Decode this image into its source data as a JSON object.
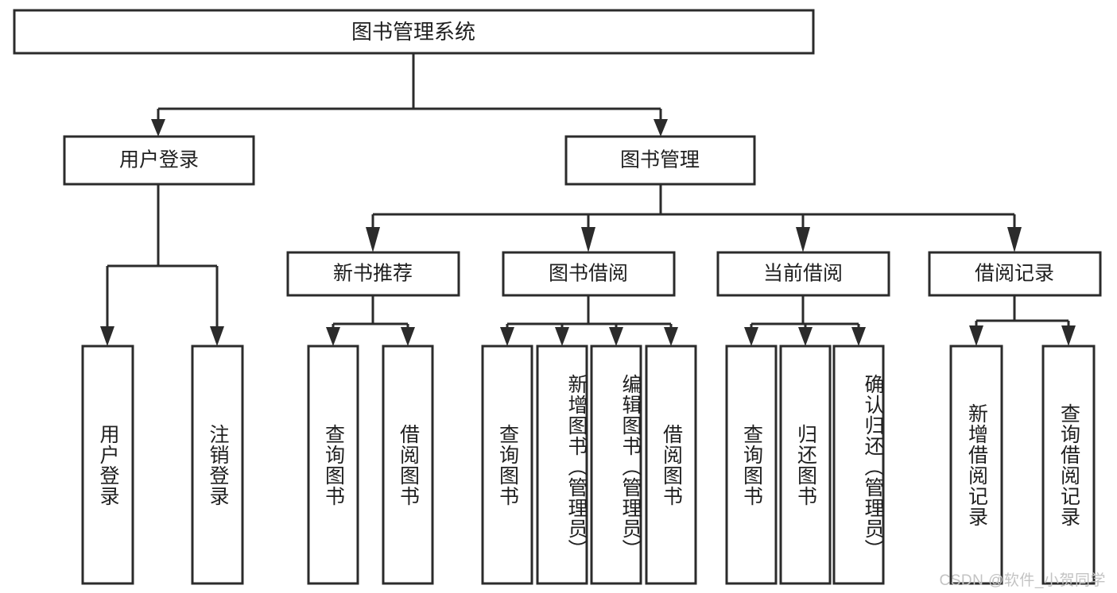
{
  "diagram": {
    "title": "图书管理系统",
    "type": "tree-hierarchy",
    "orientation": "top-down",
    "colors": {
      "node_fill": "#ffffff",
      "node_stroke": "#2b2b2b",
      "connector": "#2b2b2b",
      "text": "#1f1f1f",
      "watermark": "#c3c3c3"
    },
    "root": {
      "label": "图书管理系统"
    },
    "level2": [
      {
        "label": "用户登录"
      },
      {
        "label": "图书管理"
      }
    ],
    "level3": [
      {
        "label": "新书推荐"
      },
      {
        "label": "图书借阅"
      },
      {
        "label": "当前借阅"
      },
      {
        "label": "借阅记录"
      }
    ],
    "leaves": {
      "user_login": [
        {
          "label": "用户登录"
        },
        {
          "label": "注销登录"
        }
      ],
      "new_book_recommend": [
        {
          "label": "查询图书"
        },
        {
          "label": "借阅图书"
        }
      ],
      "book_borrow": [
        {
          "label": "查询图书"
        },
        {
          "label": "新增图书（管理员）"
        },
        {
          "label": "编辑图书（管理员）"
        },
        {
          "label": "借阅图书"
        }
      ],
      "current_borrow": [
        {
          "label": "查询图书"
        },
        {
          "label": "归还图书"
        },
        {
          "label": "确认归还（管理员）"
        }
      ],
      "borrow_record": [
        {
          "label": "新增借阅记录"
        },
        {
          "label": "查询借阅记录"
        }
      ]
    }
  },
  "watermark": {
    "text": "CSDN @软件_小贺同学"
  }
}
